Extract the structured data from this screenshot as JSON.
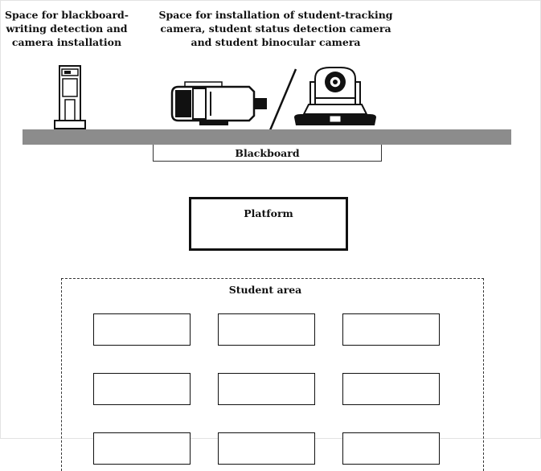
{
  "labels": {
    "blackboard_detection_space": "Space for blackboard-\nwriting detection and\ncamera installation",
    "student_camera_space": "Space for installation of student-tracking\ncamera, student status detection camera\nand student binocular camera",
    "blackboard": "Blackboard",
    "platform": "Platform",
    "student_area": "Student area"
  },
  "icons": {
    "left_device": "blackboard-detection-camera-icon",
    "bullet_camera": "bullet-camera-icon",
    "ptz_camera": "ptz-camera-icon",
    "separator": "slash-separator-icon"
  },
  "colors": {
    "wall": "#8c8c8c",
    "line": "#111111"
  }
}
